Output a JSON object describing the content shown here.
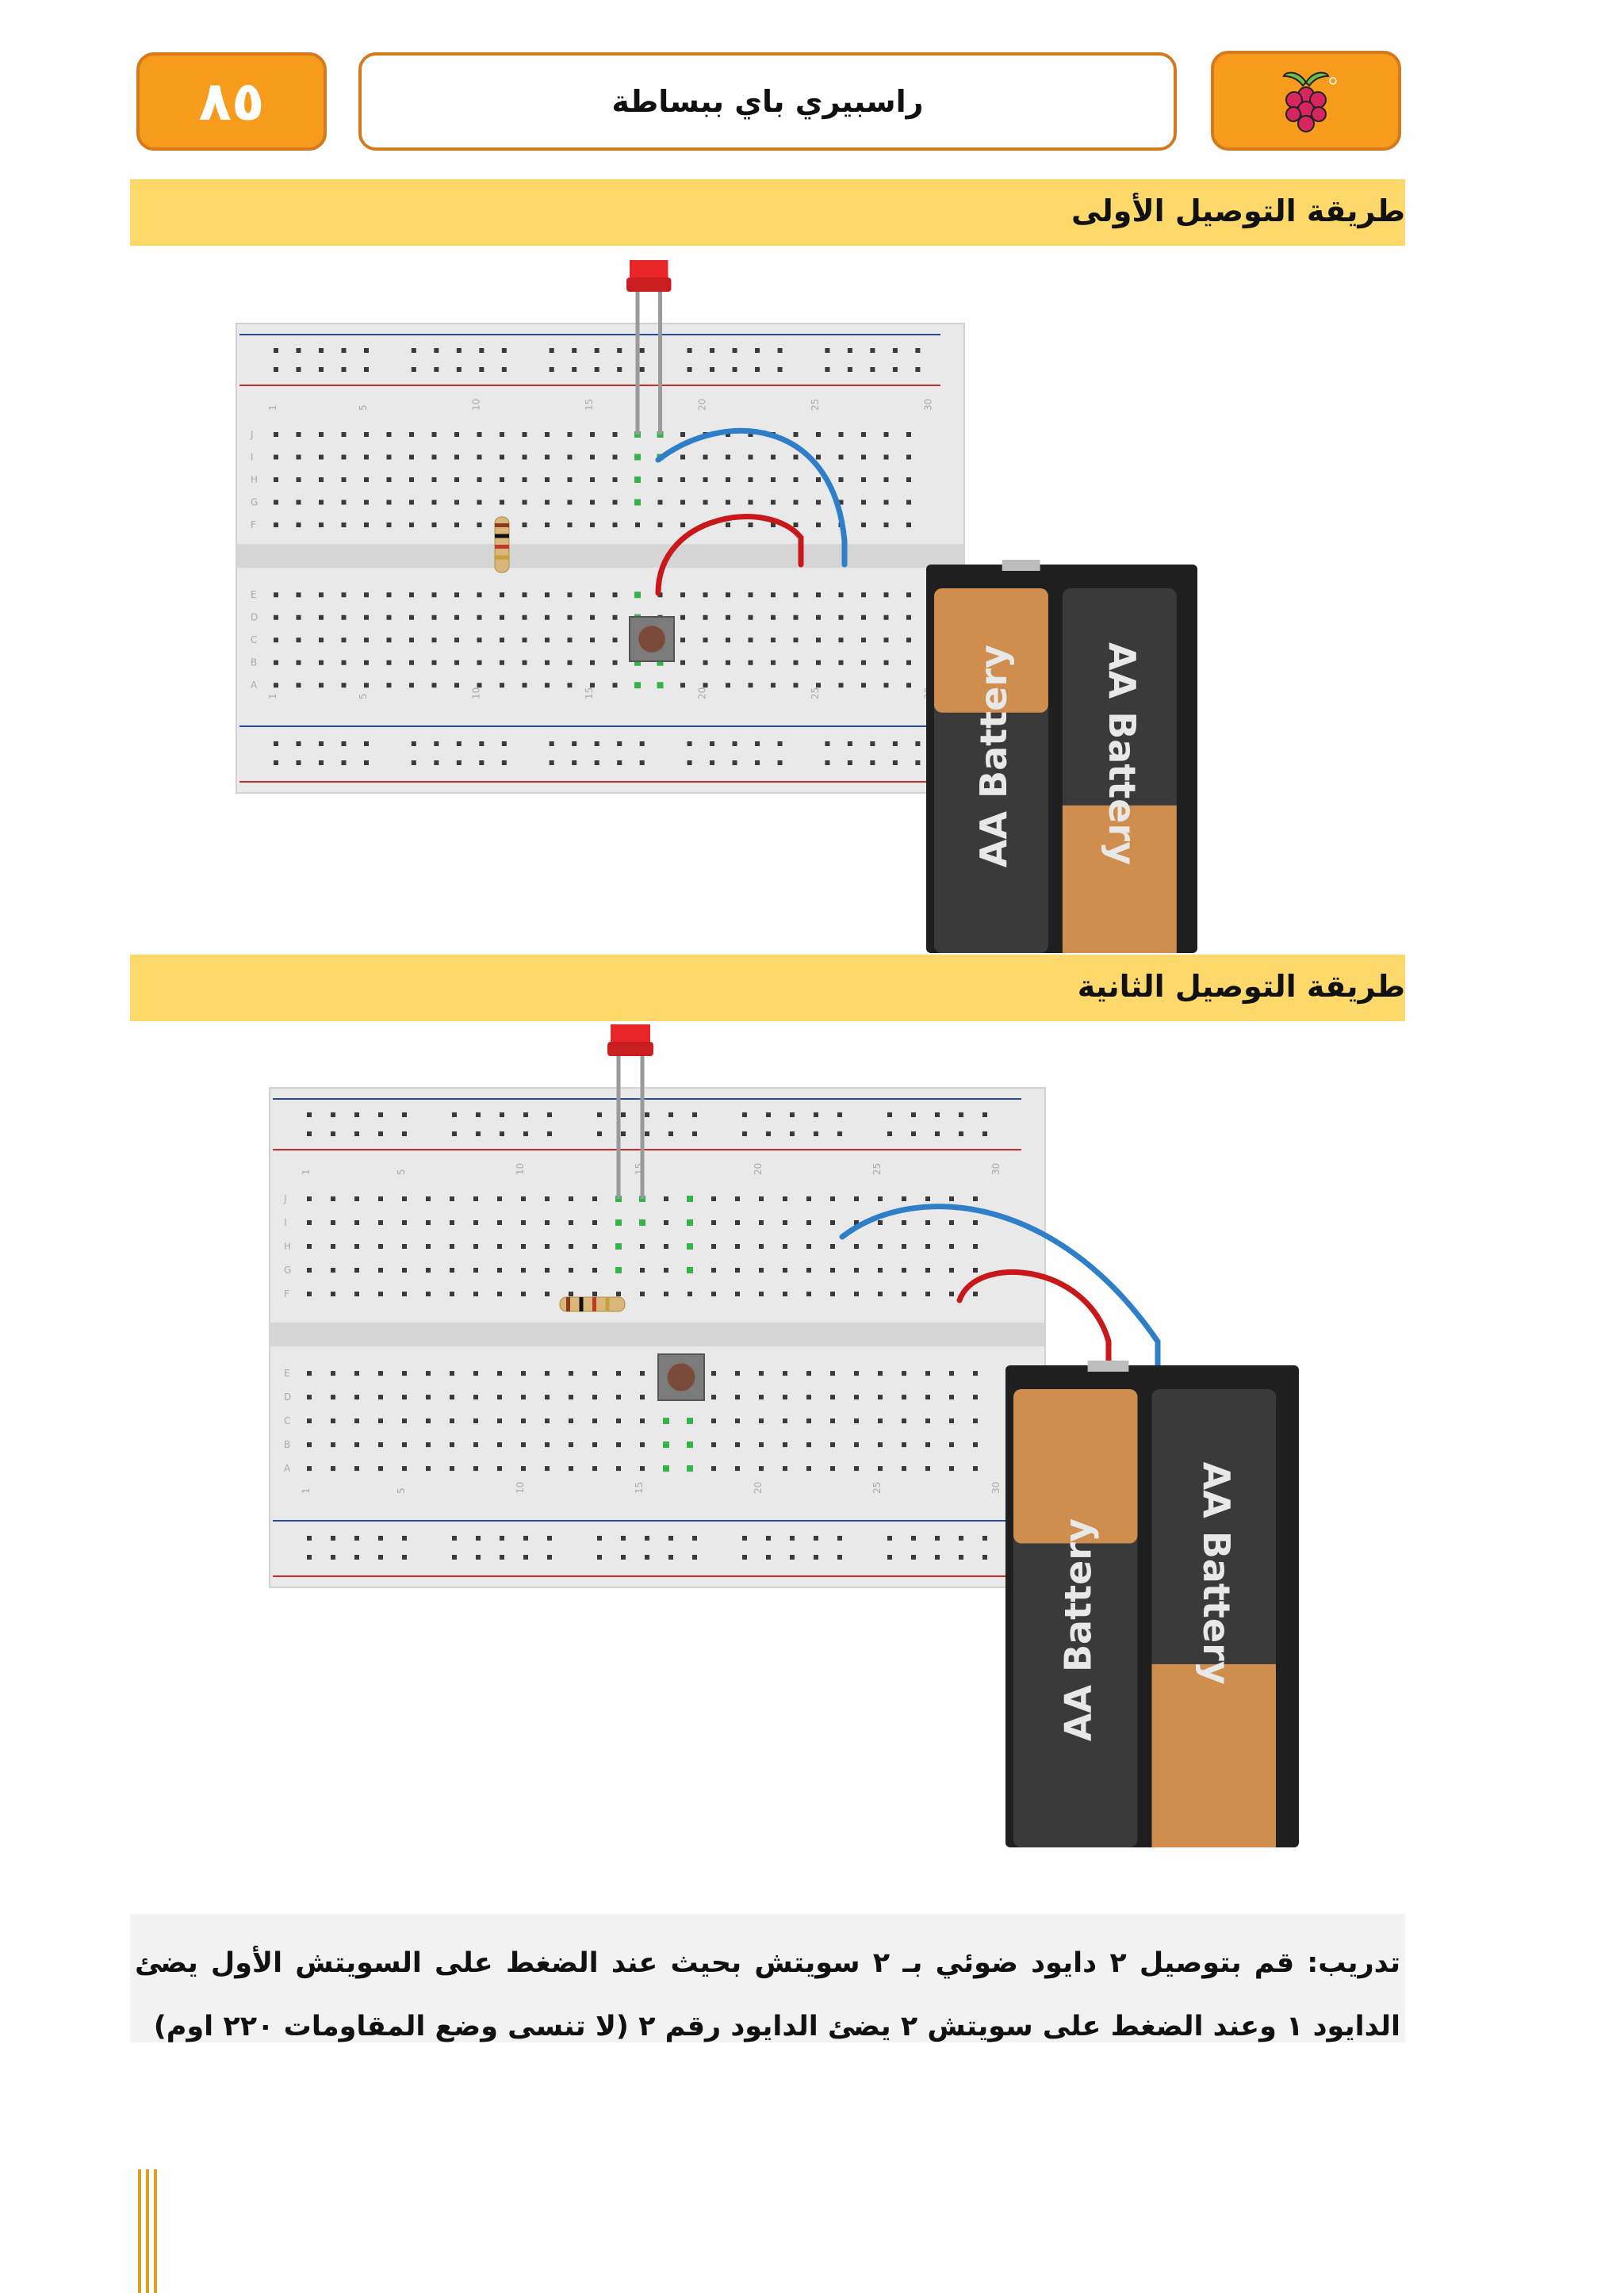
{
  "header": {
    "page_number": "٨٥",
    "book_title": "راسبيري باي ببساطة",
    "logo_icon": "raspberry-pi-logo",
    "accent_color": "#f79b1c",
    "border_color": "#d57a1c"
  },
  "sections": [
    {
      "title": "طريقة التوصيل الأولى",
      "battery_labels": [
        "AA Battery",
        "AA Battery"
      ],
      "board_numbers": [
        "1",
        "5",
        "10",
        "15",
        "20",
        "25",
        "30"
      ],
      "board_rows_top": [
        "J",
        "I",
        "H",
        "G",
        "F"
      ],
      "board_rows_bottom": [
        "E",
        "D",
        "C",
        "B",
        "A"
      ]
    },
    {
      "title": "طريقة التوصيل الثانية",
      "battery_labels": [
        "AA Battery",
        "AA Battery"
      ],
      "board_numbers": [
        "1",
        "5",
        "10",
        "15",
        "20",
        "25",
        "30"
      ],
      "board_rows_top": [
        "J",
        "I",
        "H",
        "G",
        "F"
      ],
      "board_rows_bottom": [
        "E",
        "D",
        "C",
        "B",
        "A"
      ]
    }
  ],
  "exercise": {
    "text": "تدريب: قم بتوصيل ٢ دايود ضوئي بـ ٢ سويتش بحيث عند الضغط على السويتش الأول يضئ الدايود ١ وعند الضغط على سويتش ٢ يضئ الدايود رقم ٢ (لا تنسى وضع المقاومات ٢٢٠ اوم)"
  },
  "colors": {
    "band": "#fdd96b",
    "wire_blue": "#2f7fc8",
    "wire_red": "#c8181b",
    "led": "#e8262a"
  }
}
